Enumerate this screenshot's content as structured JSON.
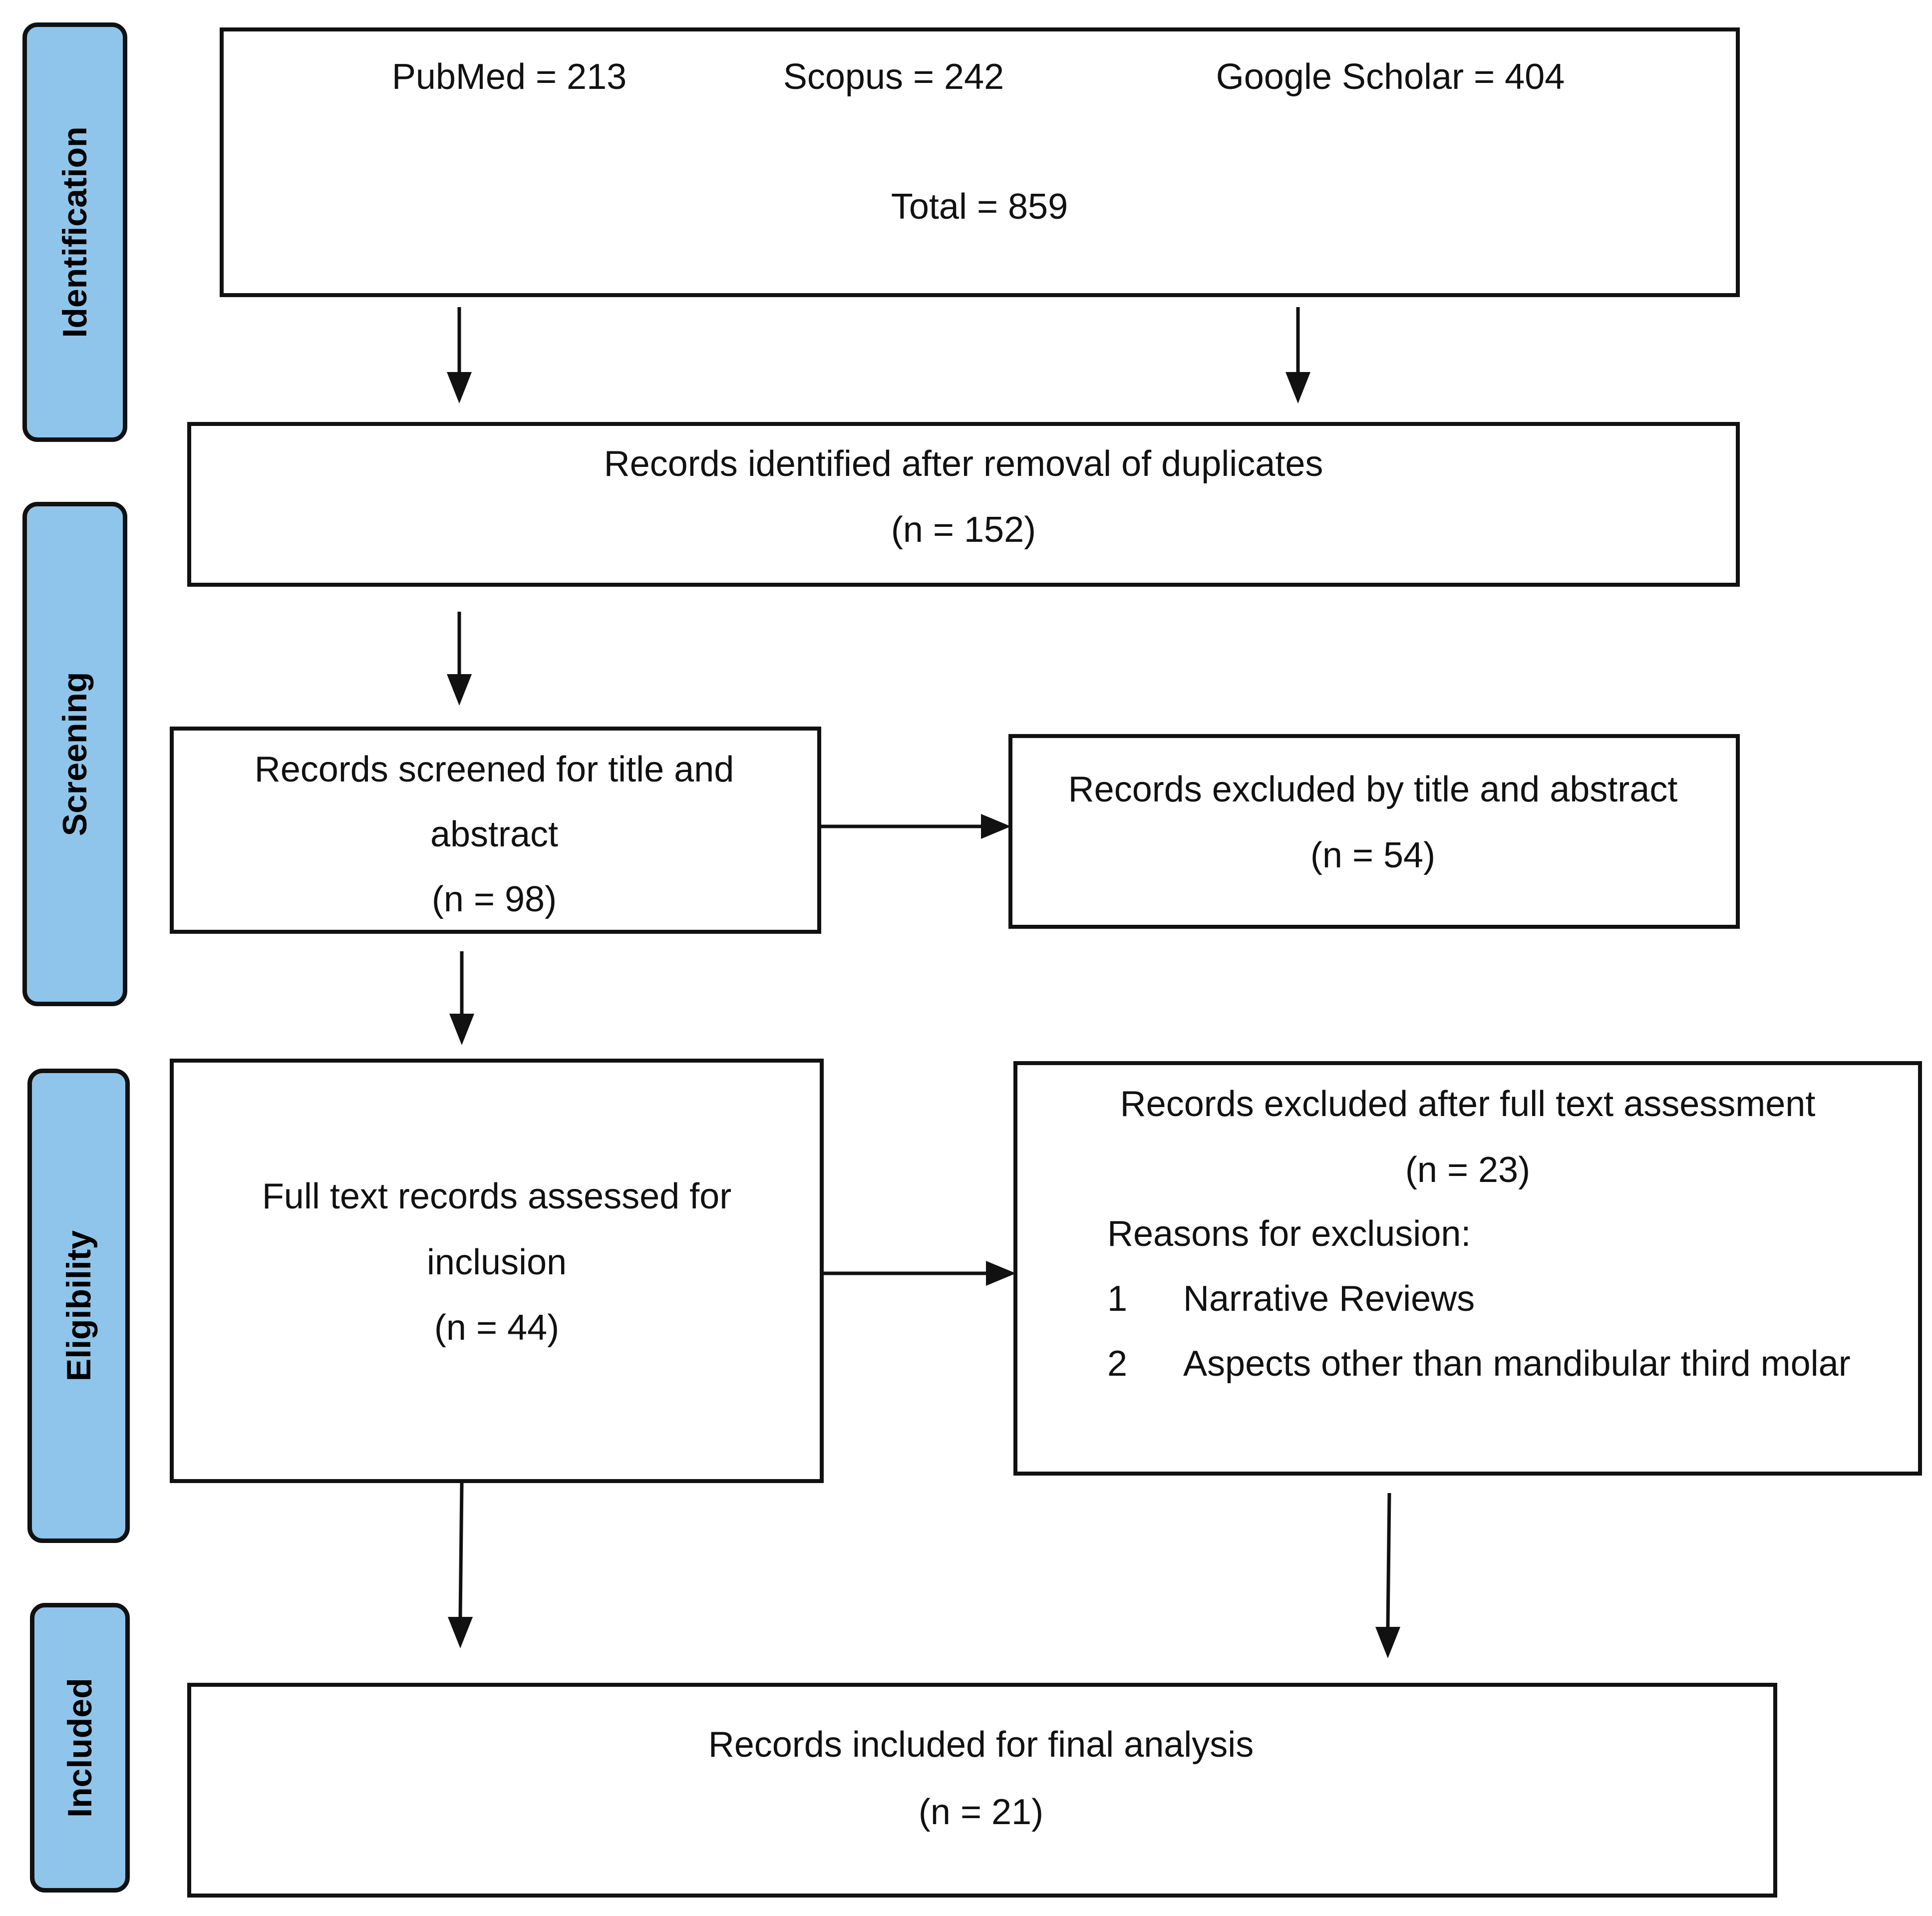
{
  "stages": {
    "identification": "Identification",
    "screening": "Screening",
    "eligibility": "Eligibility",
    "included": "Included"
  },
  "identification_box": {
    "pubmed": "PubMed = 213",
    "scopus": "Scopus = 242",
    "google_scholar": "Google Scholar = 404",
    "total": "Total = 859"
  },
  "duplicates_box": {
    "line1": "Records identified after removal of duplicates",
    "line2": "(n = 152)"
  },
  "screened_box": {
    "line1": "Records screened for title and",
    "line2": "abstract",
    "line3": "(n = 98)"
  },
  "excluded_title_box": {
    "line1": "Records excluded by title and abstract",
    "line2": "(n = 54)"
  },
  "fulltext_box": {
    "line1": "Full text records assessed for",
    "line2": "inclusion",
    "line3": "(n = 44)"
  },
  "excluded_fulltext_box": {
    "line1": "Records excluded after full text assessment",
    "line2": "(n = 23)",
    "reasons_heading": "Reasons for exclusion:",
    "reasons": [
      {
        "num": "1",
        "text": "Narrative Reviews"
      },
      {
        "num": "2",
        "text": "Aspects other than mandibular third molar"
      }
    ]
  },
  "included_box": {
    "line1": "Records included for final analysis",
    "line2": "(n = 21)"
  },
  "colors": {
    "stage_fill": "#8fc5ea",
    "stroke": "#111111"
  }
}
